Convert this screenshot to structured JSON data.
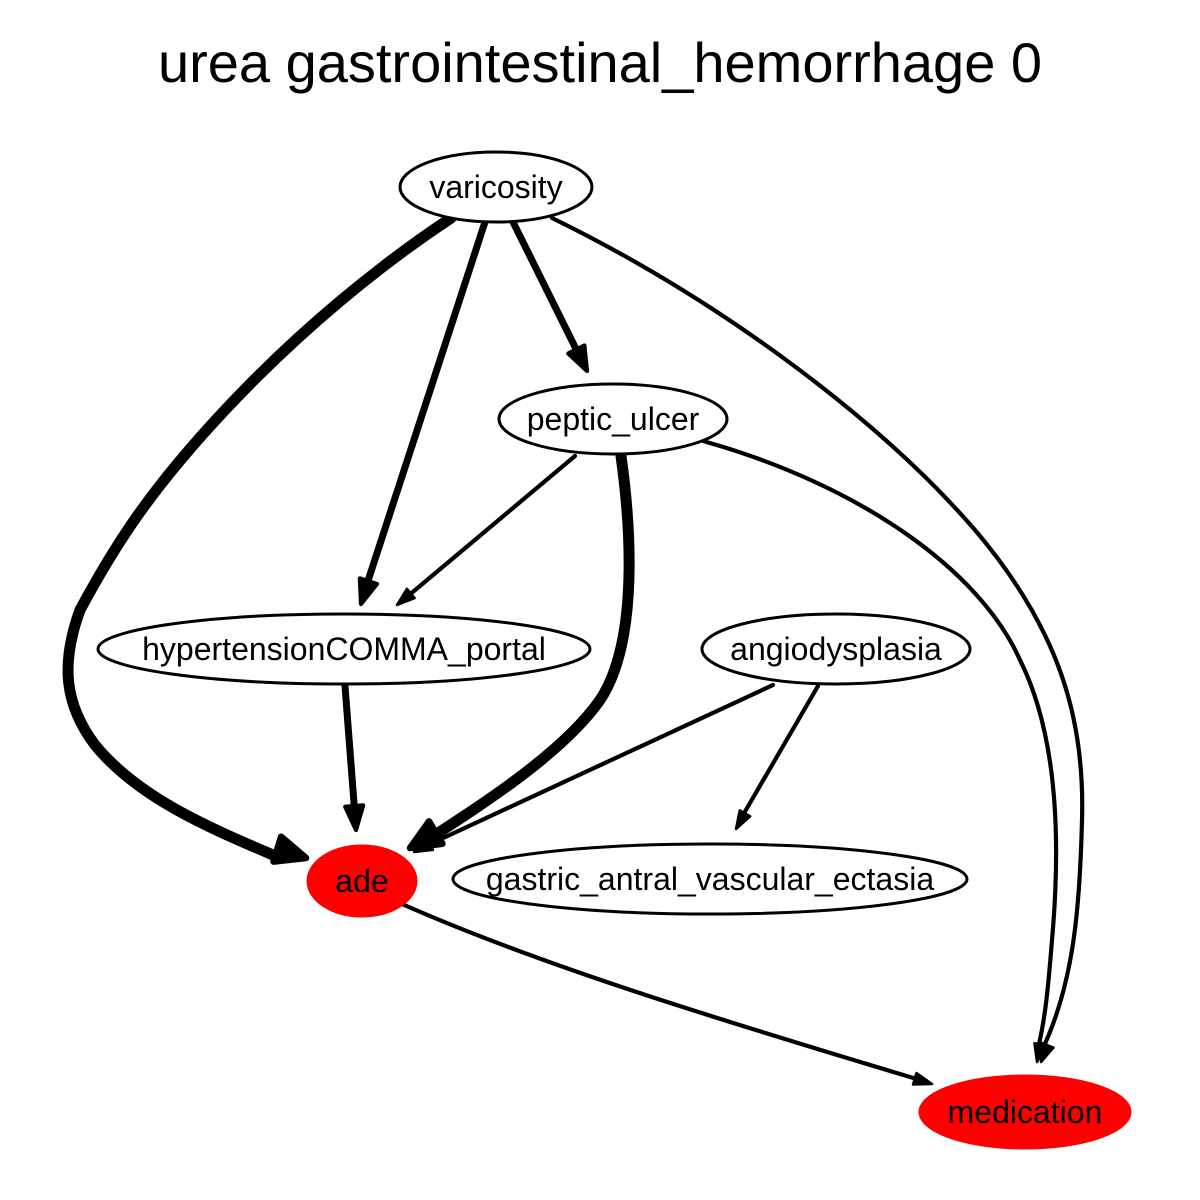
{
  "title": "urea gastrointestinal_hemorrhage 0",
  "colors": {
    "background": "#ffffff",
    "highlight_fill": "#ff0000",
    "default_fill": "#ffffff",
    "stroke": "#000000"
  },
  "nodes": [
    {
      "id": "varicosity",
      "label": "varicosity",
      "highlighted": false
    },
    {
      "id": "peptic_ulcer",
      "label": "peptic_ulcer",
      "highlighted": false
    },
    {
      "id": "hypertension_portal",
      "label": "hypertensionCOMMA_portal",
      "highlighted": false
    },
    {
      "id": "angiodysplasia",
      "label": "angiodysplasia",
      "highlighted": false
    },
    {
      "id": "ade",
      "label": "ade",
      "highlighted": true
    },
    {
      "id": "gave",
      "label": "gastric_antral_vascular_ectasia",
      "highlighted": false
    },
    {
      "id": "medication",
      "label": "medication",
      "highlighted": true
    }
  ],
  "edges": [
    {
      "from": "varicosity",
      "to": "ade",
      "weight": "heavy"
    },
    {
      "from": "varicosity",
      "to": "hypertension_portal",
      "weight": "medium"
    },
    {
      "from": "varicosity",
      "to": "peptic_ulcer",
      "weight": "medium"
    },
    {
      "from": "varicosity",
      "to": "medication",
      "weight": "light"
    },
    {
      "from": "peptic_ulcer",
      "to": "hypertension_portal",
      "weight": "light"
    },
    {
      "from": "peptic_ulcer",
      "to": "ade",
      "weight": "heavy"
    },
    {
      "from": "peptic_ulcer",
      "to": "medication",
      "weight": "light"
    },
    {
      "from": "hypertension_portal",
      "to": "ade",
      "weight": "medium"
    },
    {
      "from": "angiodysplasia",
      "to": "ade",
      "weight": "light"
    },
    {
      "from": "angiodysplasia",
      "to": "gave",
      "weight": "light"
    },
    {
      "from": "ade",
      "to": "medication",
      "weight": "light"
    }
  ]
}
